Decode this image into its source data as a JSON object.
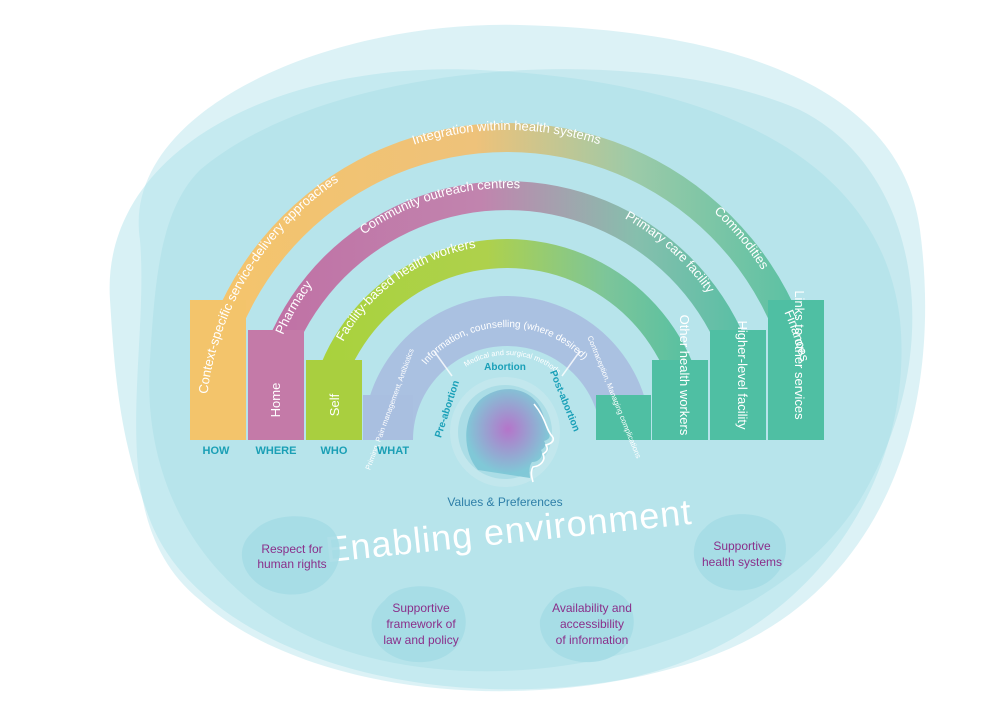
{
  "colors": {
    "how": "#f3c46b",
    "where": "#c47aa8",
    "who": "#a9cf3f",
    "what": "#9db6dc",
    "teal": "#4fbfa3",
    "background_blob": "#bfe8ee",
    "label_accent": "#1a9fb5",
    "pill_text": "#8a2f8a"
  },
  "rings": {
    "how": [
      "Context-specific service-delivery approaches",
      "Integration within health systems",
      "Commodities",
      "Finances",
      "Links to other services"
    ],
    "where": [
      "Home",
      "Pharmacy",
      "Community outreach centres",
      "Primary care facility",
      "Higher-level facility"
    ],
    "who": [
      "Self",
      "Facility-based health workers",
      "Other health workers"
    ]
  },
  "inner": {
    "top": "Information, counselling (where desired)",
    "left": "Priming, Pain management, Antibiotics",
    "middle": "Medical and surgical methods",
    "right": "Contraception, Managing complications"
  },
  "stages": {
    "pre": "Pre-abortion",
    "abortion": "Abortion",
    "post": "Post-abortion"
  },
  "bottom_tags": [
    "HOW",
    "WHERE",
    "WHO",
    "WHAT"
  ],
  "center_label": "Values & Preferences",
  "enabling": "Enabling environment",
  "pillars": [
    {
      "line1": "Respect for",
      "line2": "human rights",
      "line3": ""
    },
    {
      "line1": "Supportive",
      "line2": "framework of",
      "line3": "law and policy"
    },
    {
      "line1": "Availability and",
      "line2": "accessibility",
      "line3": "of information"
    },
    {
      "line1": "Supportive",
      "line2": "health systems",
      "line3": ""
    }
  ]
}
